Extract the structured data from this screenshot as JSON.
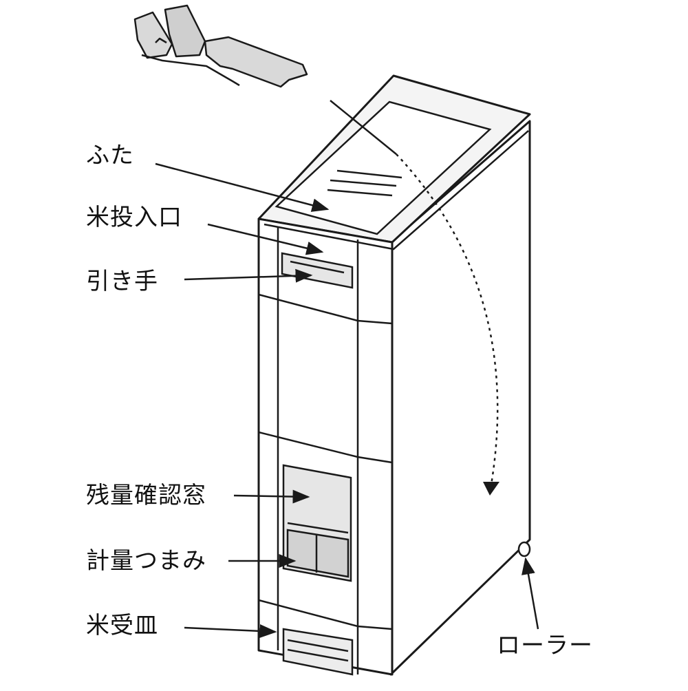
{
  "labels": {
    "lid": "ふた",
    "rice_inlet": "米投入口",
    "pull_handle": "引き手",
    "level_window": "残量確認窓",
    "measure_knob": "計量つまみ",
    "rice_tray": "米受皿",
    "roller": "ローラー"
  },
  "colors": {
    "line": "#1a1a1a",
    "body_fill": "#ffffff",
    "panel_fill": "#e6e6e6",
    "lid_gray": "#d9d9d9",
    "text": "#111111"
  }
}
